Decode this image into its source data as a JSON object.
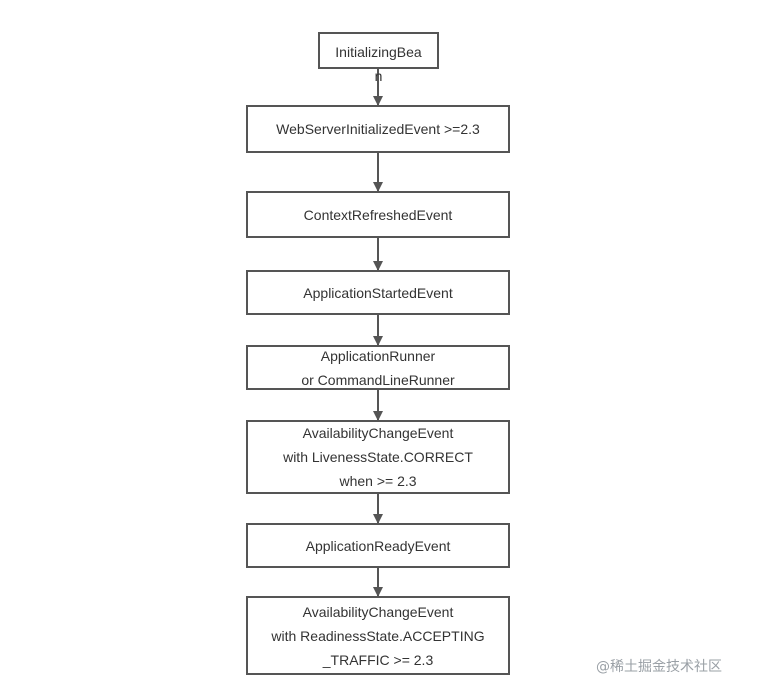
{
  "flowchart": {
    "nodes": [
      {
        "id": "n1",
        "lines": [
          "InitializingBean"
        ]
      },
      {
        "id": "n2",
        "lines": [
          "WebServerInitializedEvent >=2.3"
        ]
      },
      {
        "id": "n3",
        "lines": [
          "ContextRefreshedEvent"
        ]
      },
      {
        "id": "n4",
        "lines": [
          "ApplicationStartedEvent"
        ]
      },
      {
        "id": "n5",
        "lines": [
          "ApplicationRunner",
          "or CommandLineRunner"
        ]
      },
      {
        "id": "n6",
        "lines": [
          "AvailabilityChangeEvent",
          "with LivenessState.CORRECT",
          "when >= 2.3"
        ]
      },
      {
        "id": "n7",
        "lines": [
          "ApplicationReadyEvent"
        ]
      },
      {
        "id": "n8",
        "lines": [
          "AvailabilityChangeEvent",
          "with ReadinessState.ACCEPTING",
          "_TRAFFIC >= 2.3"
        ]
      }
    ],
    "edges": [
      {
        "from": "n1",
        "to": "n2"
      },
      {
        "from": "n2",
        "to": "n3"
      },
      {
        "from": "n3",
        "to": "n4"
      },
      {
        "from": "n4",
        "to": "n5"
      },
      {
        "from": "n5",
        "to": "n6"
      },
      {
        "from": "n6",
        "to": "n7"
      },
      {
        "from": "n7",
        "to": "n8"
      }
    ]
  },
  "watermark": "@稀土掘金技术社区"
}
